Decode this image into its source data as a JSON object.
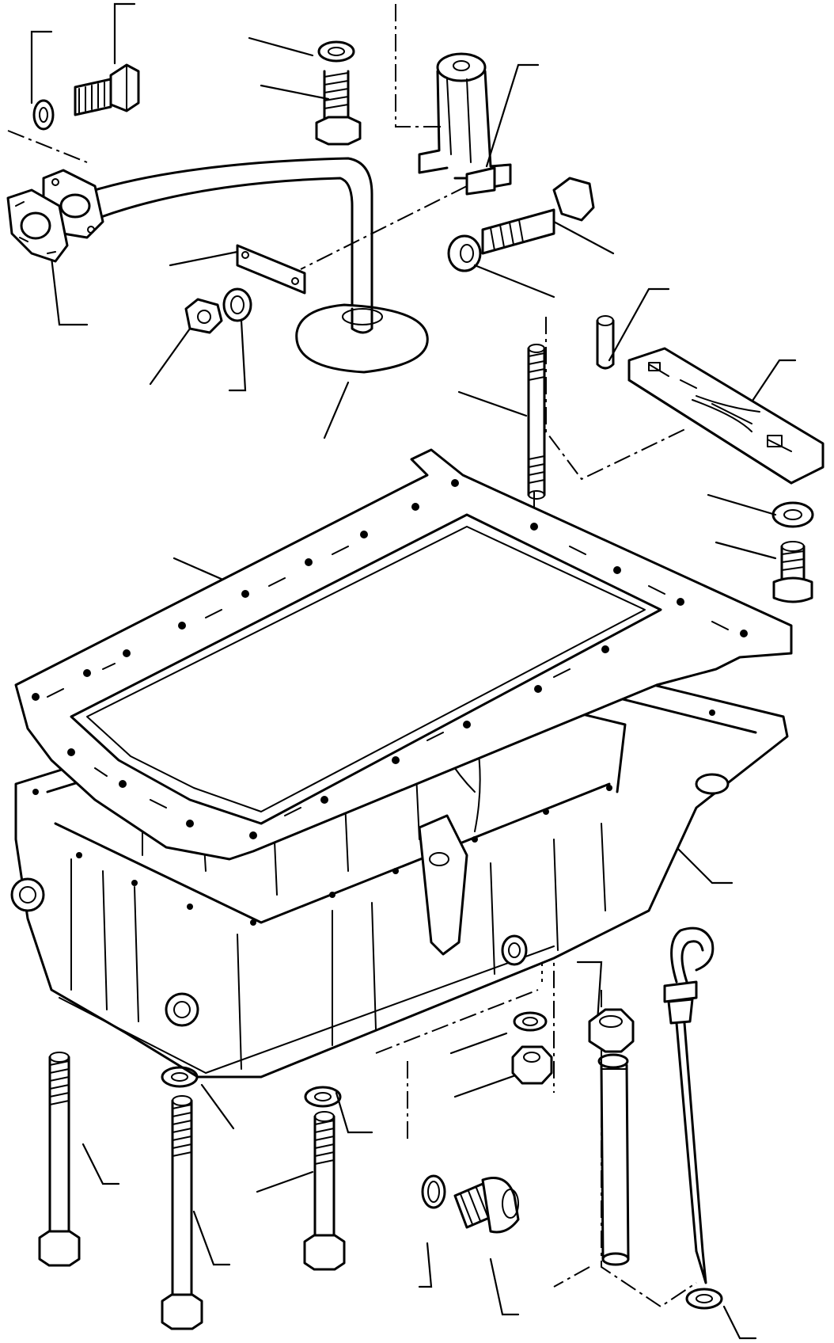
{
  "diagram": {
    "parts": [
      {
        "id": "oil-pickup-tube",
        "icon": "pickup-tube-icon"
      },
      {
        "id": "pickup-strainer",
        "icon": "strainer-icon"
      },
      {
        "id": "pickup-bracket",
        "icon": "bracket-icon"
      },
      {
        "id": "pan-gasket",
        "icon": "gasket-icon"
      },
      {
        "id": "oil-pan",
        "icon": "oil-pan-icon"
      },
      {
        "id": "dipstick",
        "icon": "dipstick-icon"
      },
      {
        "id": "dipstick-tube",
        "icon": "dipstick-tube-icon"
      },
      {
        "id": "drain-plug",
        "icon": "drain-plug-icon"
      },
      {
        "id": "stud",
        "icon": "stud-icon"
      },
      {
        "id": "baffle-bar",
        "icon": "baffle-icon"
      },
      {
        "id": "pan-bolts",
        "icon": "bolt-icon"
      },
      {
        "id": "washers",
        "icon": "washer-icon"
      },
      {
        "id": "nuts",
        "icon": "nut-icon"
      }
    ]
  }
}
